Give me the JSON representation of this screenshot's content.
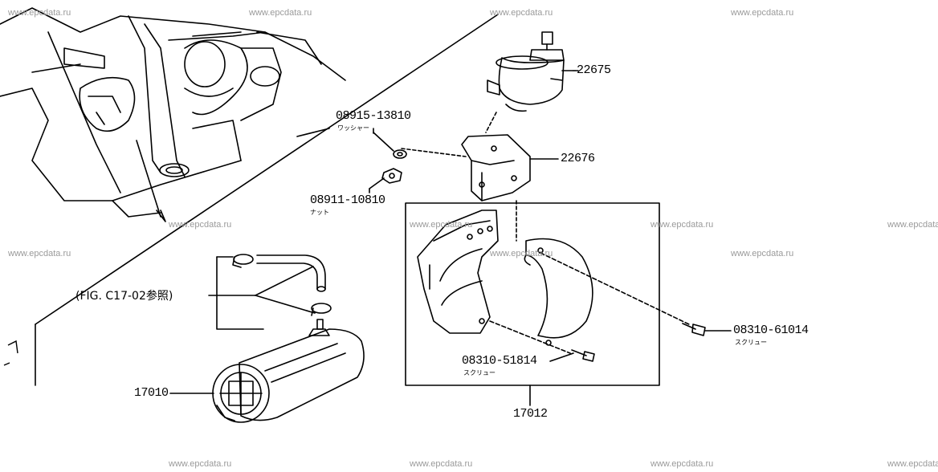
{
  "watermark": "www.epcdata.ru",
  "parts": {
    "p22675": "22675",
    "p22676": "22676",
    "p08915": "08915-13810",
    "p08915_note": "ワッシャー",
    "p08911": "08911-10810",
    "p08911_note": "ナット",
    "p08310_61014": "08310-61014",
    "p08310_61014_note": "スクリュー",
    "p08310_51814": "08310-51814",
    "p08310_51814_note": "スクリュー",
    "p17010": "17010",
    "p17012": "17012"
  },
  "reference_note": "(FIG. C17-02参照)",
  "icons": {
    "regulator": "fuel-pressure-regulator-icon",
    "bracket": "regulator-bracket-icon",
    "washer": "washer-icon",
    "nut": "nut-icon",
    "pump": "fuel-pump-icon",
    "hose": "hose-icon",
    "clamp": "hose-clamp-icon",
    "protector": "pump-protector-icon",
    "screw": "screw-icon",
    "engine": "engine-inset-icon"
  },
  "colors": {
    "line": "#000000",
    "watermark": "#9a9a9a",
    "background": "#ffffff"
  }
}
